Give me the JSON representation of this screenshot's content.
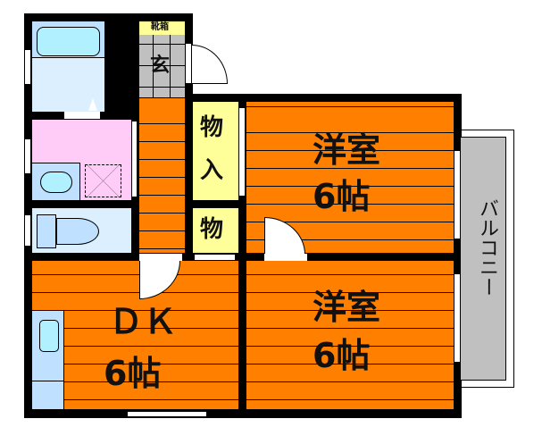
{
  "floor_plan": {
    "colors": {
      "wall": "#000000",
      "room_floor": "#ff8000",
      "storage": "#ffff99",
      "bath": "#bfe0ff",
      "bath_tub": "#b0f0ff",
      "washroom": "#ffccf8",
      "toilet": "#dcefff",
      "genkan": "#c0c0c0",
      "balcony": "#c0c0c0"
    },
    "rooms": {
      "western_room_1": {
        "name": "洋室",
        "size": "6帖"
      },
      "western_room_2": {
        "name": "洋室",
        "size": "6帖"
      },
      "dk": {
        "name": "ＤＫ",
        "size": "6帖"
      },
      "closet_large": {
        "name_line1": "物",
        "name_line2": "入"
      },
      "closet_small": {
        "name": "物"
      },
      "genkan": {
        "name": "玄"
      },
      "shoe_box": {
        "name": "靴箱"
      },
      "balcony": {
        "name": "バルコニー"
      }
    }
  }
}
